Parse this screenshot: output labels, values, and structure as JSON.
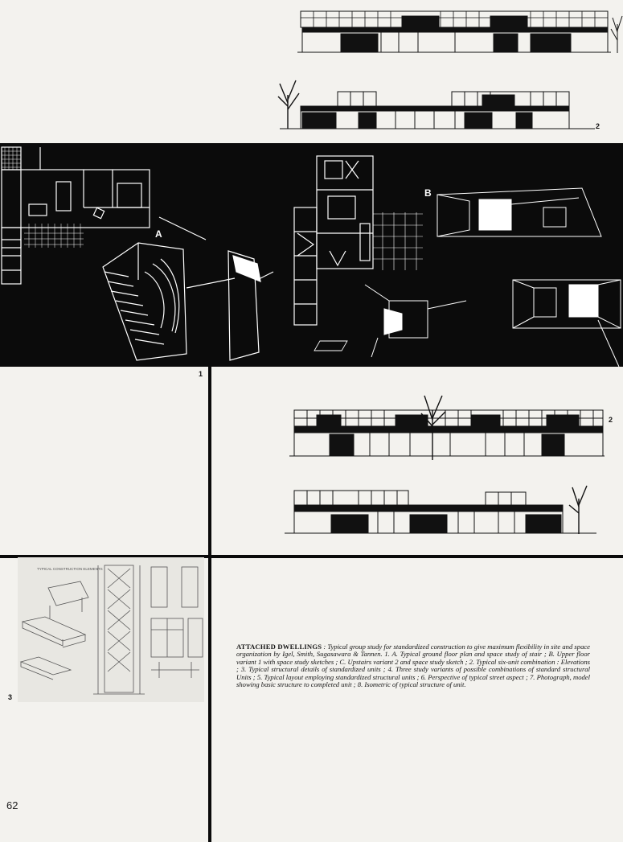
{
  "page": {
    "number": "62"
  },
  "figure_labels": {
    "fig1": "1",
    "fig2_top": "2",
    "fig2_mid": "2",
    "fig3": "3",
    "label_a": "A",
    "label_b": "B"
  },
  "caption": {
    "title": "ATTACHED DWELLINGS",
    "body": " : Typical group study for standardized construction to give maximum flexibility in site and space organization by Igel, Smith, Sugasawara & Tannen.",
    "list": "1. A. Typical ground floor plan and space study of stair ; B. Upper floor variant 1 with space study sketches ; C. Upstairs variant 2 and space study sketch ; 2. Typical six-unit combination : Elevations ; 3. Typical structural details of standardized units ; 4. Three study variants of possible combinations of standard structural Units ; 5. Typical layout employing standardized structural units ; 6. Perspective of typical street aspect ; 7. Photograph, model showing basic structure to completed unit ; 8. Isometric of typical structure of unit."
  },
  "sheet_title": "TYPICAL CONSTRUCTION ELEMENTS",
  "colors": {
    "paper": "#f3f2ee",
    "ink": "#0b0b0b",
    "line_white": "#ffffff"
  }
}
